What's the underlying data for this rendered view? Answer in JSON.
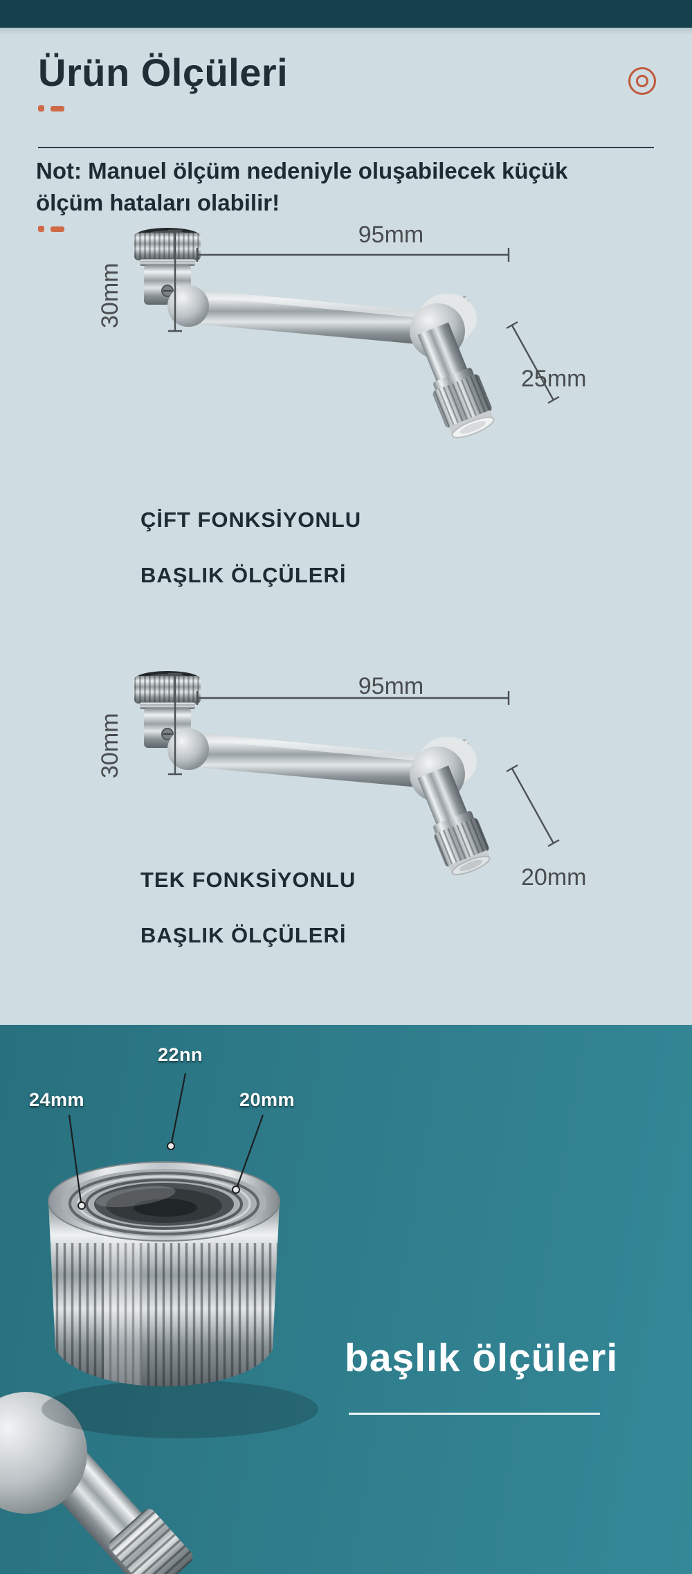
{
  "colors": {
    "top_bar": "#15404c",
    "main_background": "#cfdce1",
    "bottom_background": "#2f7d8c",
    "accent_orange": "#cf6a48",
    "heading_text": "#212e36",
    "dimension_text": "#494d50",
    "bottom_text": "#ffffff"
  },
  "header": {
    "title": "Ürün Ölçüleri"
  },
  "note": {
    "line1": "Not: Manuel ölçüm nedeniyle oluşabilecek küçük",
    "line2": "ölçüm hataları olabilir!"
  },
  "diagram_dual": {
    "width_label": "95mm",
    "height_label": "30mm",
    "head_label": "25mm",
    "caption_line1": "ÇİFT FONKSİYONLU",
    "caption_line2": "BAŞLIK ÖLÇÜLERİ"
  },
  "diagram_single": {
    "width_label": "95mm",
    "height_label": "30mm",
    "head_label": "20mm",
    "caption_line1": "TEK FONKSİYONLU",
    "caption_line2": "BAŞLIK ÖLÇÜLERİ"
  },
  "closeup": {
    "title": "başlık ölçüleri",
    "top_label": "22nn",
    "left_label": "24mm",
    "right_label": "20mm"
  }
}
